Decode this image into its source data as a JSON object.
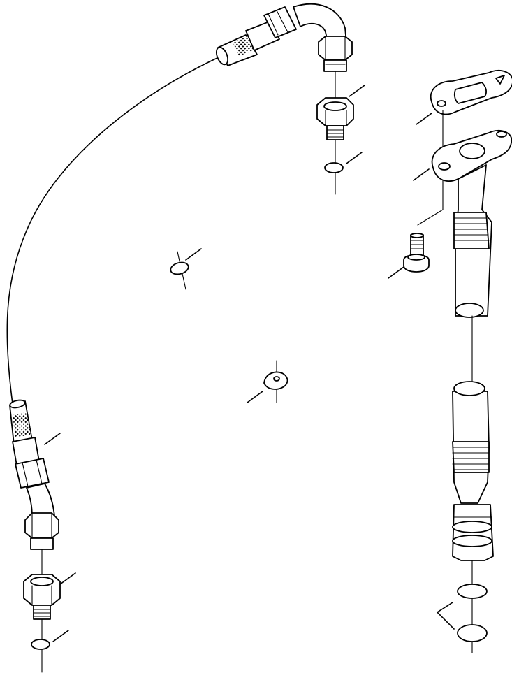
{
  "diagram": {
    "parts": [
      {
        "id": "oil-inlet-tube",
        "kind": "braided-hose"
      },
      {
        "id": "upper-union-nut",
        "kind": "connector"
      },
      {
        "id": "upper-adapter",
        "kind": "connector"
      },
      {
        "id": "upper-o-ring",
        "kind": "seal"
      },
      {
        "id": "lower-union-nut",
        "kind": "connector"
      },
      {
        "id": "lower-adapter",
        "kind": "connector"
      },
      {
        "id": "lower-o-ring",
        "kind": "seal"
      },
      {
        "id": "clip-left",
        "kind": "clip"
      },
      {
        "id": "clip-center",
        "kind": "clip"
      },
      {
        "id": "upper-gasket",
        "kind": "gasket"
      },
      {
        "id": "drain-flange",
        "kind": "flange"
      },
      {
        "id": "flange-bolt",
        "kind": "bolt"
      },
      {
        "id": "drain-tube",
        "kind": "tube"
      },
      {
        "id": "drain-o-rings",
        "kind": "seal"
      }
    ],
    "colors": {
      "line": "#000000",
      "background": "#ffffff"
    }
  }
}
